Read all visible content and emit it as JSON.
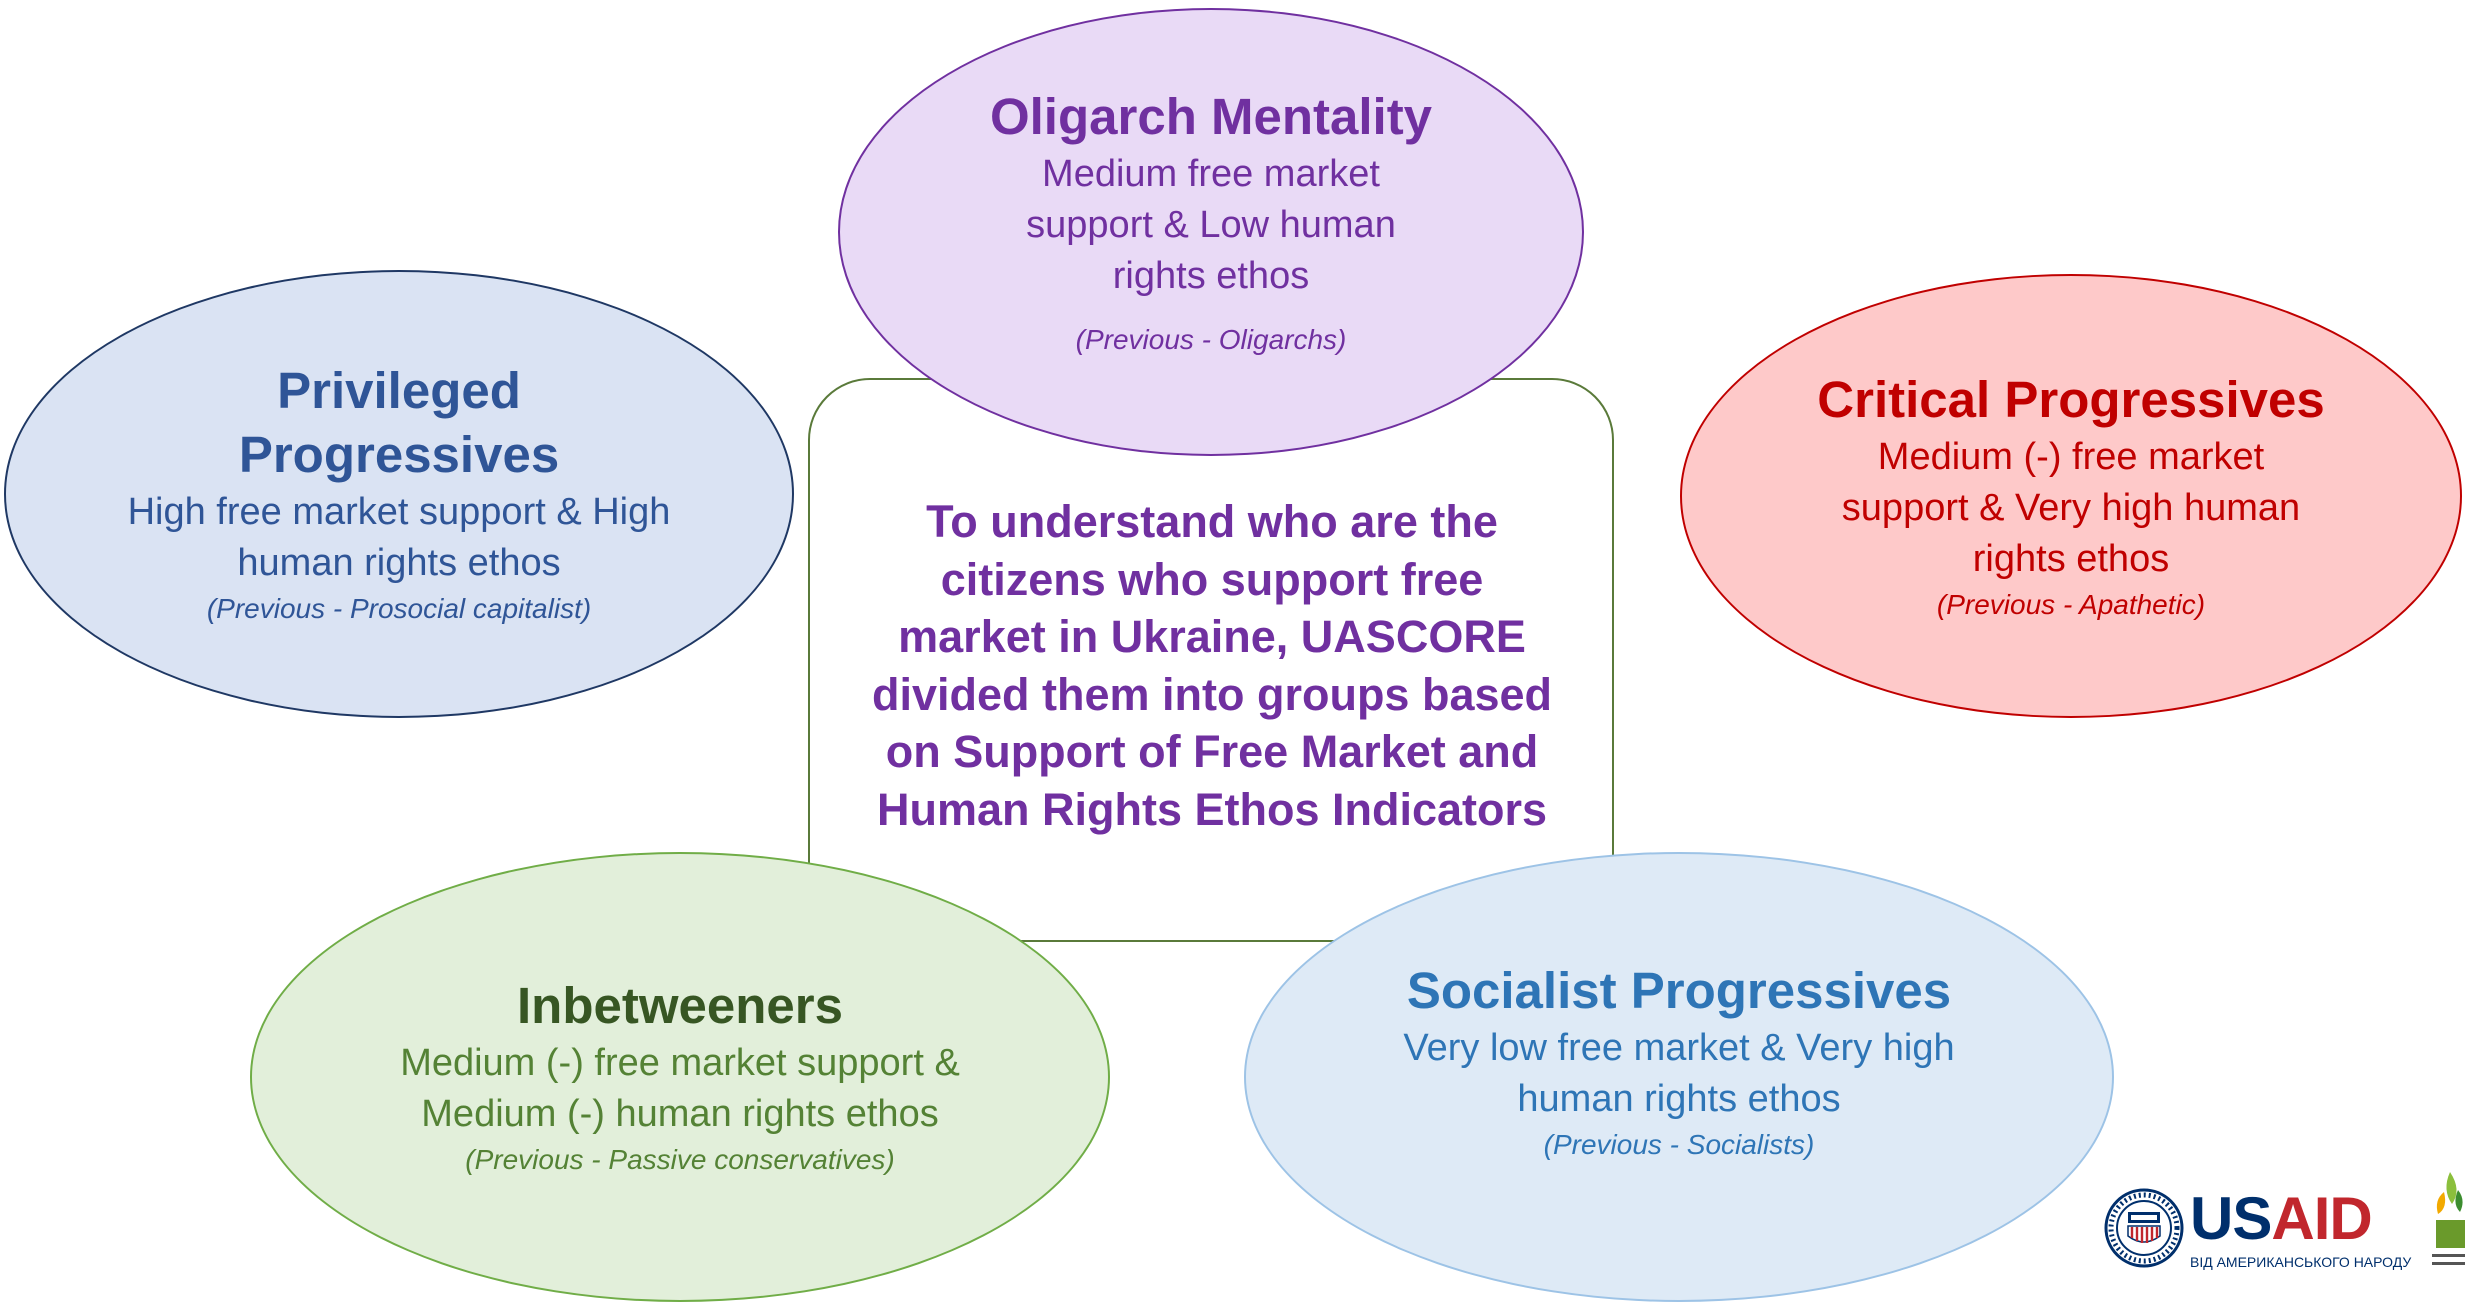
{
  "center": {
    "lines": [
      "To understand who are the",
      "citizens who support free",
      "market in Ukraine, UASCORE",
      "divided them into groups based",
      "on Support of Free Market and",
      "Human Rights Ethos Indicators"
    ]
  },
  "groups": {
    "oligarch": {
      "title": "Oligarch Mentality",
      "desc": "Medium free market support & Low human rights ethos",
      "prev": "(Previous - Oligarchs)"
    },
    "privileged": {
      "title": "Privileged Progressives",
      "desc": "High free market support & High human rights ethos",
      "prev": "(Previous - Prosocial capitalist)"
    },
    "critical": {
      "title": "Critical Progressives",
      "desc": "Medium (-) free market support & Very high human rights ethos",
      "prev": "(Previous - Apathetic)"
    },
    "inbetween": {
      "title": "Inbetweeners",
      "desc": "Medium (-) free market support & Medium (-) human rights ethos",
      "prev": "(Previous - Passive conservatives)"
    },
    "socialist": {
      "title": "Socialist Progressives",
      "desc": "Very low free market & Very high human rights ethos",
      "prev": "(Previous - Socialists)"
    }
  },
  "logos": {
    "usaid_prefix": "US",
    "usaid_suffix": "AID",
    "usaid_tagline": "ВІД АМЕРИКАНСЬКОГО НАРОДУ"
  },
  "colors": {
    "purple": "#7030a0",
    "blue": "#2f5597",
    "red": "#c00000",
    "green_dark": "#375623",
    "green": "#548235",
    "light_blue": "#2e75b6"
  }
}
